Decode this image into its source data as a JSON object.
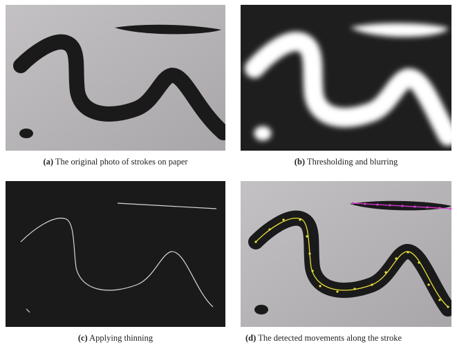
{
  "figure": {
    "panels": [
      {
        "label": "(a)",
        "caption": "The original photo of strokes on paper"
      },
      {
        "label": "(b)",
        "caption": "Thresholding and blurring"
      },
      {
        "label": "(c)",
        "caption": "Applying thinning"
      },
      {
        "label": "(d)",
        "caption": "The detected movements along the stroke"
      }
    ]
  }
}
